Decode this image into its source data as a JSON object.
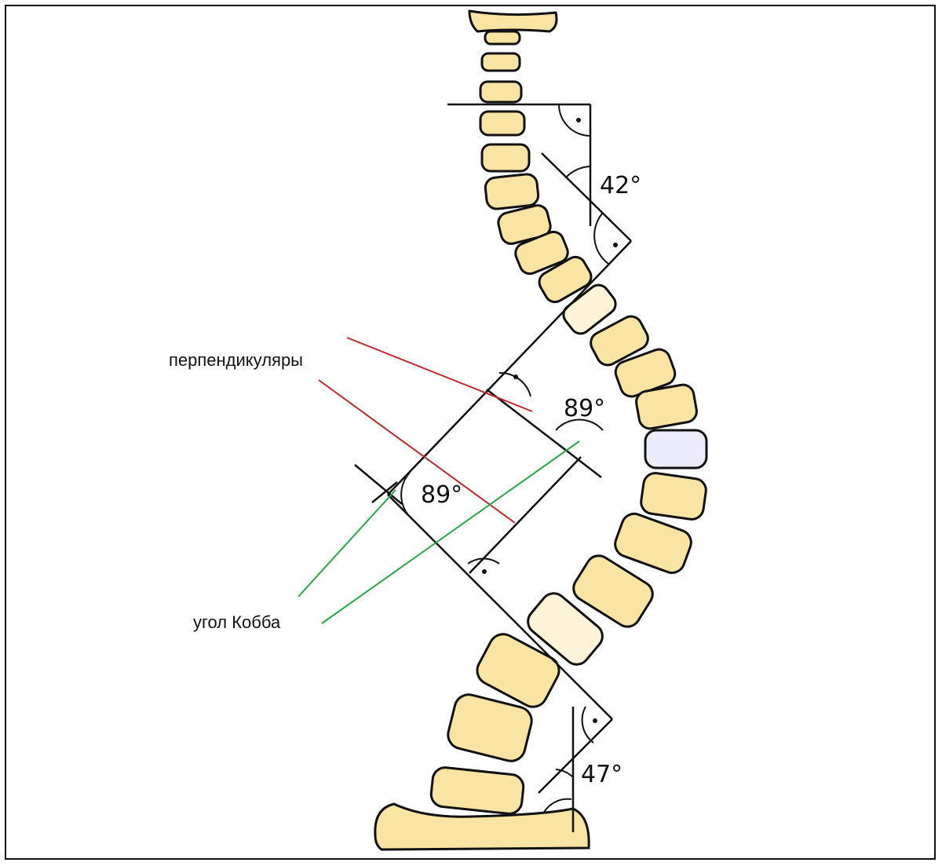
{
  "angles": {
    "top": "42°",
    "middle_right": "89°",
    "middle_left": "89°",
    "bottom": "47°"
  },
  "annotations": {
    "perpendiculars": "перпендикуляры",
    "cobb_angle": "угол Кобба"
  },
  "colors": {
    "vertebra": "#f9e4a3",
    "vertebra_highlight": "#fdf3d9",
    "vertebra_lavender": "#ebebfa",
    "perpendicular_pointer": "#c4262e",
    "cobb_pointer": "#2aa54a",
    "lines": "#111111"
  }
}
